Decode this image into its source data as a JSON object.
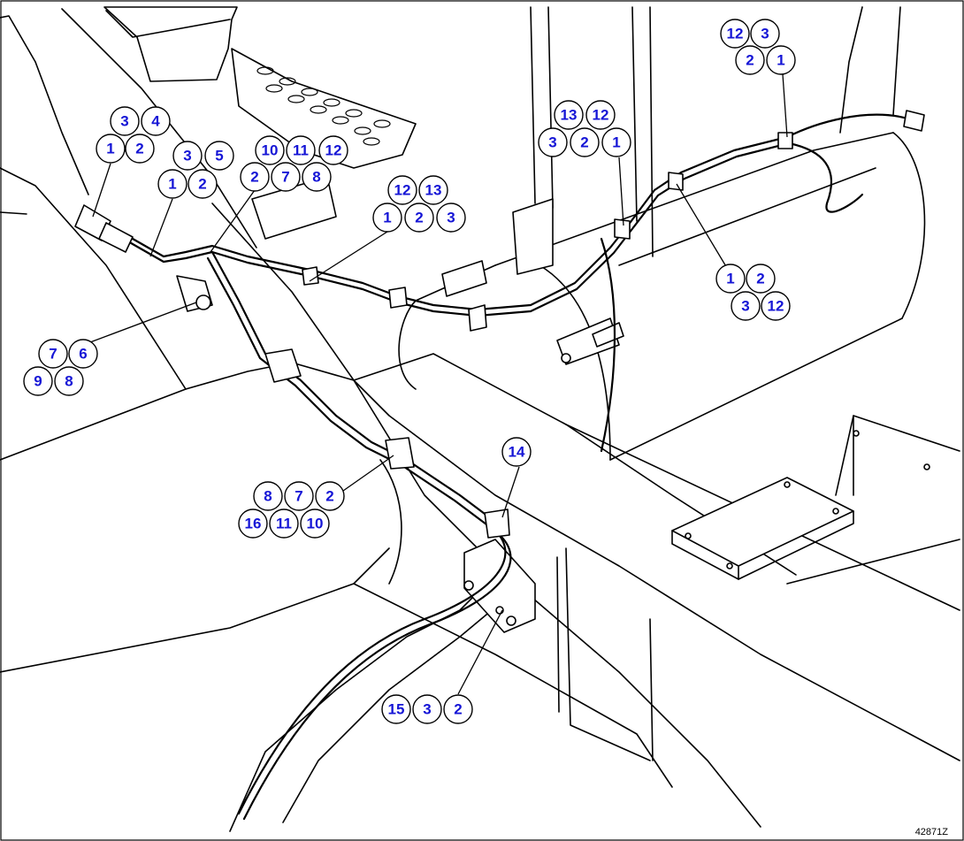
{
  "drawing_id": "42871Z",
  "colors": {
    "callout_text": "#1515d6",
    "line": "#000000",
    "background": "#ffffff"
  },
  "callout_groups": [
    {
      "id": "g1",
      "items": [
        "3",
        "4",
        "1",
        "2"
      ]
    },
    {
      "id": "g2",
      "items": [
        "3",
        "5",
        "1",
        "2"
      ]
    },
    {
      "id": "g3",
      "items": [
        "10",
        "11",
        "12",
        "2",
        "7",
        "8"
      ]
    },
    {
      "id": "g4",
      "items": [
        "12",
        "13",
        "1",
        "2",
        "3"
      ]
    },
    {
      "id": "g5",
      "items": [
        "13",
        "12",
        "3",
        "2",
        "1"
      ]
    },
    {
      "id": "g6",
      "items": [
        "12",
        "3",
        "2",
        "1"
      ]
    },
    {
      "id": "g7",
      "items": [
        "1",
        "2",
        "3",
        "12"
      ]
    },
    {
      "id": "g8",
      "items": [
        "7",
        "6",
        "9",
        "8"
      ]
    },
    {
      "id": "g9",
      "items": [
        "14"
      ]
    },
    {
      "id": "g10",
      "items": [
        "8",
        "7",
        "2",
        "16",
        "11",
        "10"
      ]
    },
    {
      "id": "g11",
      "items": [
        "15",
        "3",
        "2"
      ]
    }
  ]
}
